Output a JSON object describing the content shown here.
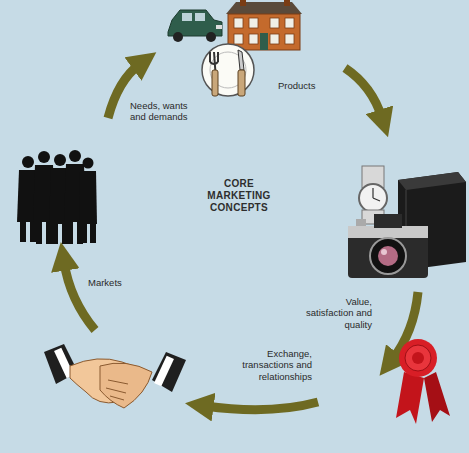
{
  "diagram": {
    "title": "CORE MARKETING CONCEPTS",
    "labels": [
      "Needs, wants and demands",
      "Products",
      "Value, satisfaction and quality",
      "Exchange, transactions and relationships",
      "Markets"
    ]
  }
}
